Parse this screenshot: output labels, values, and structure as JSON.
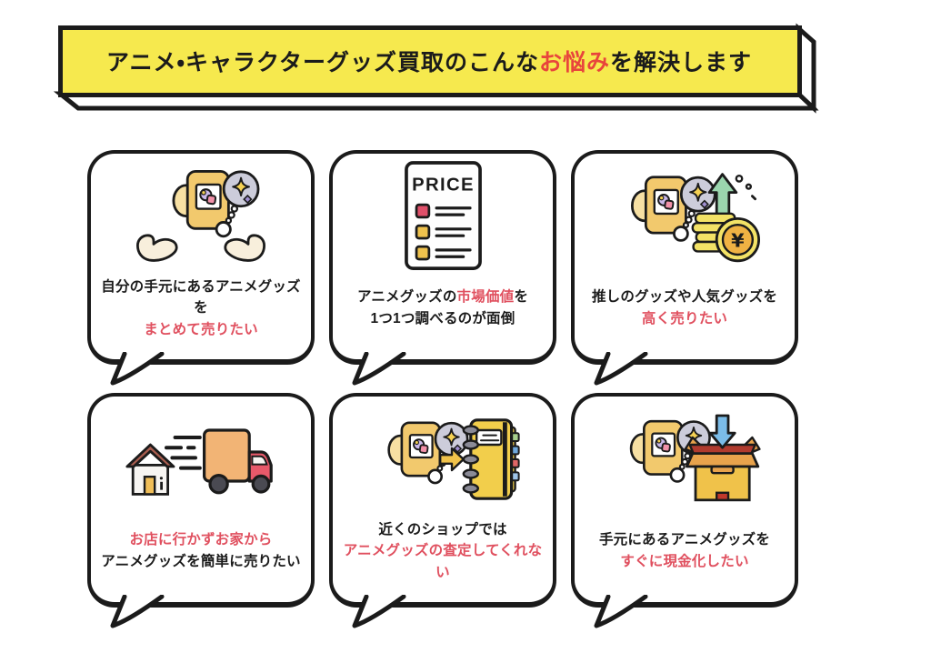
{
  "colors": {
    "banner_bg": "#F6E94E",
    "banner_accent": "#E8453C",
    "text": "#1B1B1B",
    "accent": "#E0505F",
    "outline": "#1B1B1B",
    "card_bg": "#FFFFFF"
  },
  "banner": {
    "lines": [
      [
        {
          "text": "アニメ・キャラクターグッズ買取のこんな",
          "color": "default"
        },
        {
          "text": "お悩み",
          "color": "accent"
        },
        {
          "text": "を解決します",
          "color": "default"
        }
      ]
    ]
  },
  "cards": [
    {
      "id": "sell-in-bulk",
      "icon": "hands-holding-anime-goods-icon",
      "lines": [
        [
          {
            "text": "自分の手元にあるアニメグッズを",
            "color": "default"
          }
        ],
        [
          {
            "text": "まとめて売りたい",
            "color": "accent"
          }
        ]
      ]
    },
    {
      "id": "market-value-hassle",
      "icon": "price-list-icon",
      "lines": [
        [
          {
            "text": "アニメグッズの",
            "color": "default"
          },
          {
            "text": "市場価値",
            "color": "accent"
          },
          {
            "text": "を",
            "color": "default"
          }
        ],
        [
          {
            "text": "1つ1つ調べるのが面倒",
            "color": "default"
          }
        ]
      ]
    },
    {
      "id": "sell-high",
      "icon": "goods-coins-rising-yen-icon",
      "lines": [
        [
          {
            "text": "推しのグッズや人気グッズを",
            "color": "default"
          }
        ],
        [
          {
            "text": "高く売りたい",
            "color": "accent"
          }
        ]
      ]
    },
    {
      "id": "sell-from-home",
      "icon": "house-and-delivery-truck-icon",
      "lines": [
        [
          {
            "text": "お店に行かずお家から",
            "color": "accent"
          }
        ],
        [
          {
            "text": "アニメグッズを簡単に売りたい",
            "color": "default"
          }
        ]
      ]
    },
    {
      "id": "no-appraisal-nearby",
      "icon": "goods-to-notebook-icon",
      "lines": [
        [
          {
            "text": "近くのショップでは",
            "color": "default"
          }
        ],
        [
          {
            "text": "アニメグッズの査定してくれない",
            "color": "accent"
          }
        ]
      ]
    },
    {
      "id": "cash-quickly",
      "icon": "goods-into-box-icon",
      "lines": [
        [
          {
            "text": "手元にあるアニメグッズを",
            "color": "default"
          }
        ],
        [
          {
            "text": "すぐに現金化したい",
            "color": "accent"
          }
        ]
      ]
    }
  ],
  "icons": {
    "price_label": "PRICE",
    "yen_symbol": "¥"
  }
}
